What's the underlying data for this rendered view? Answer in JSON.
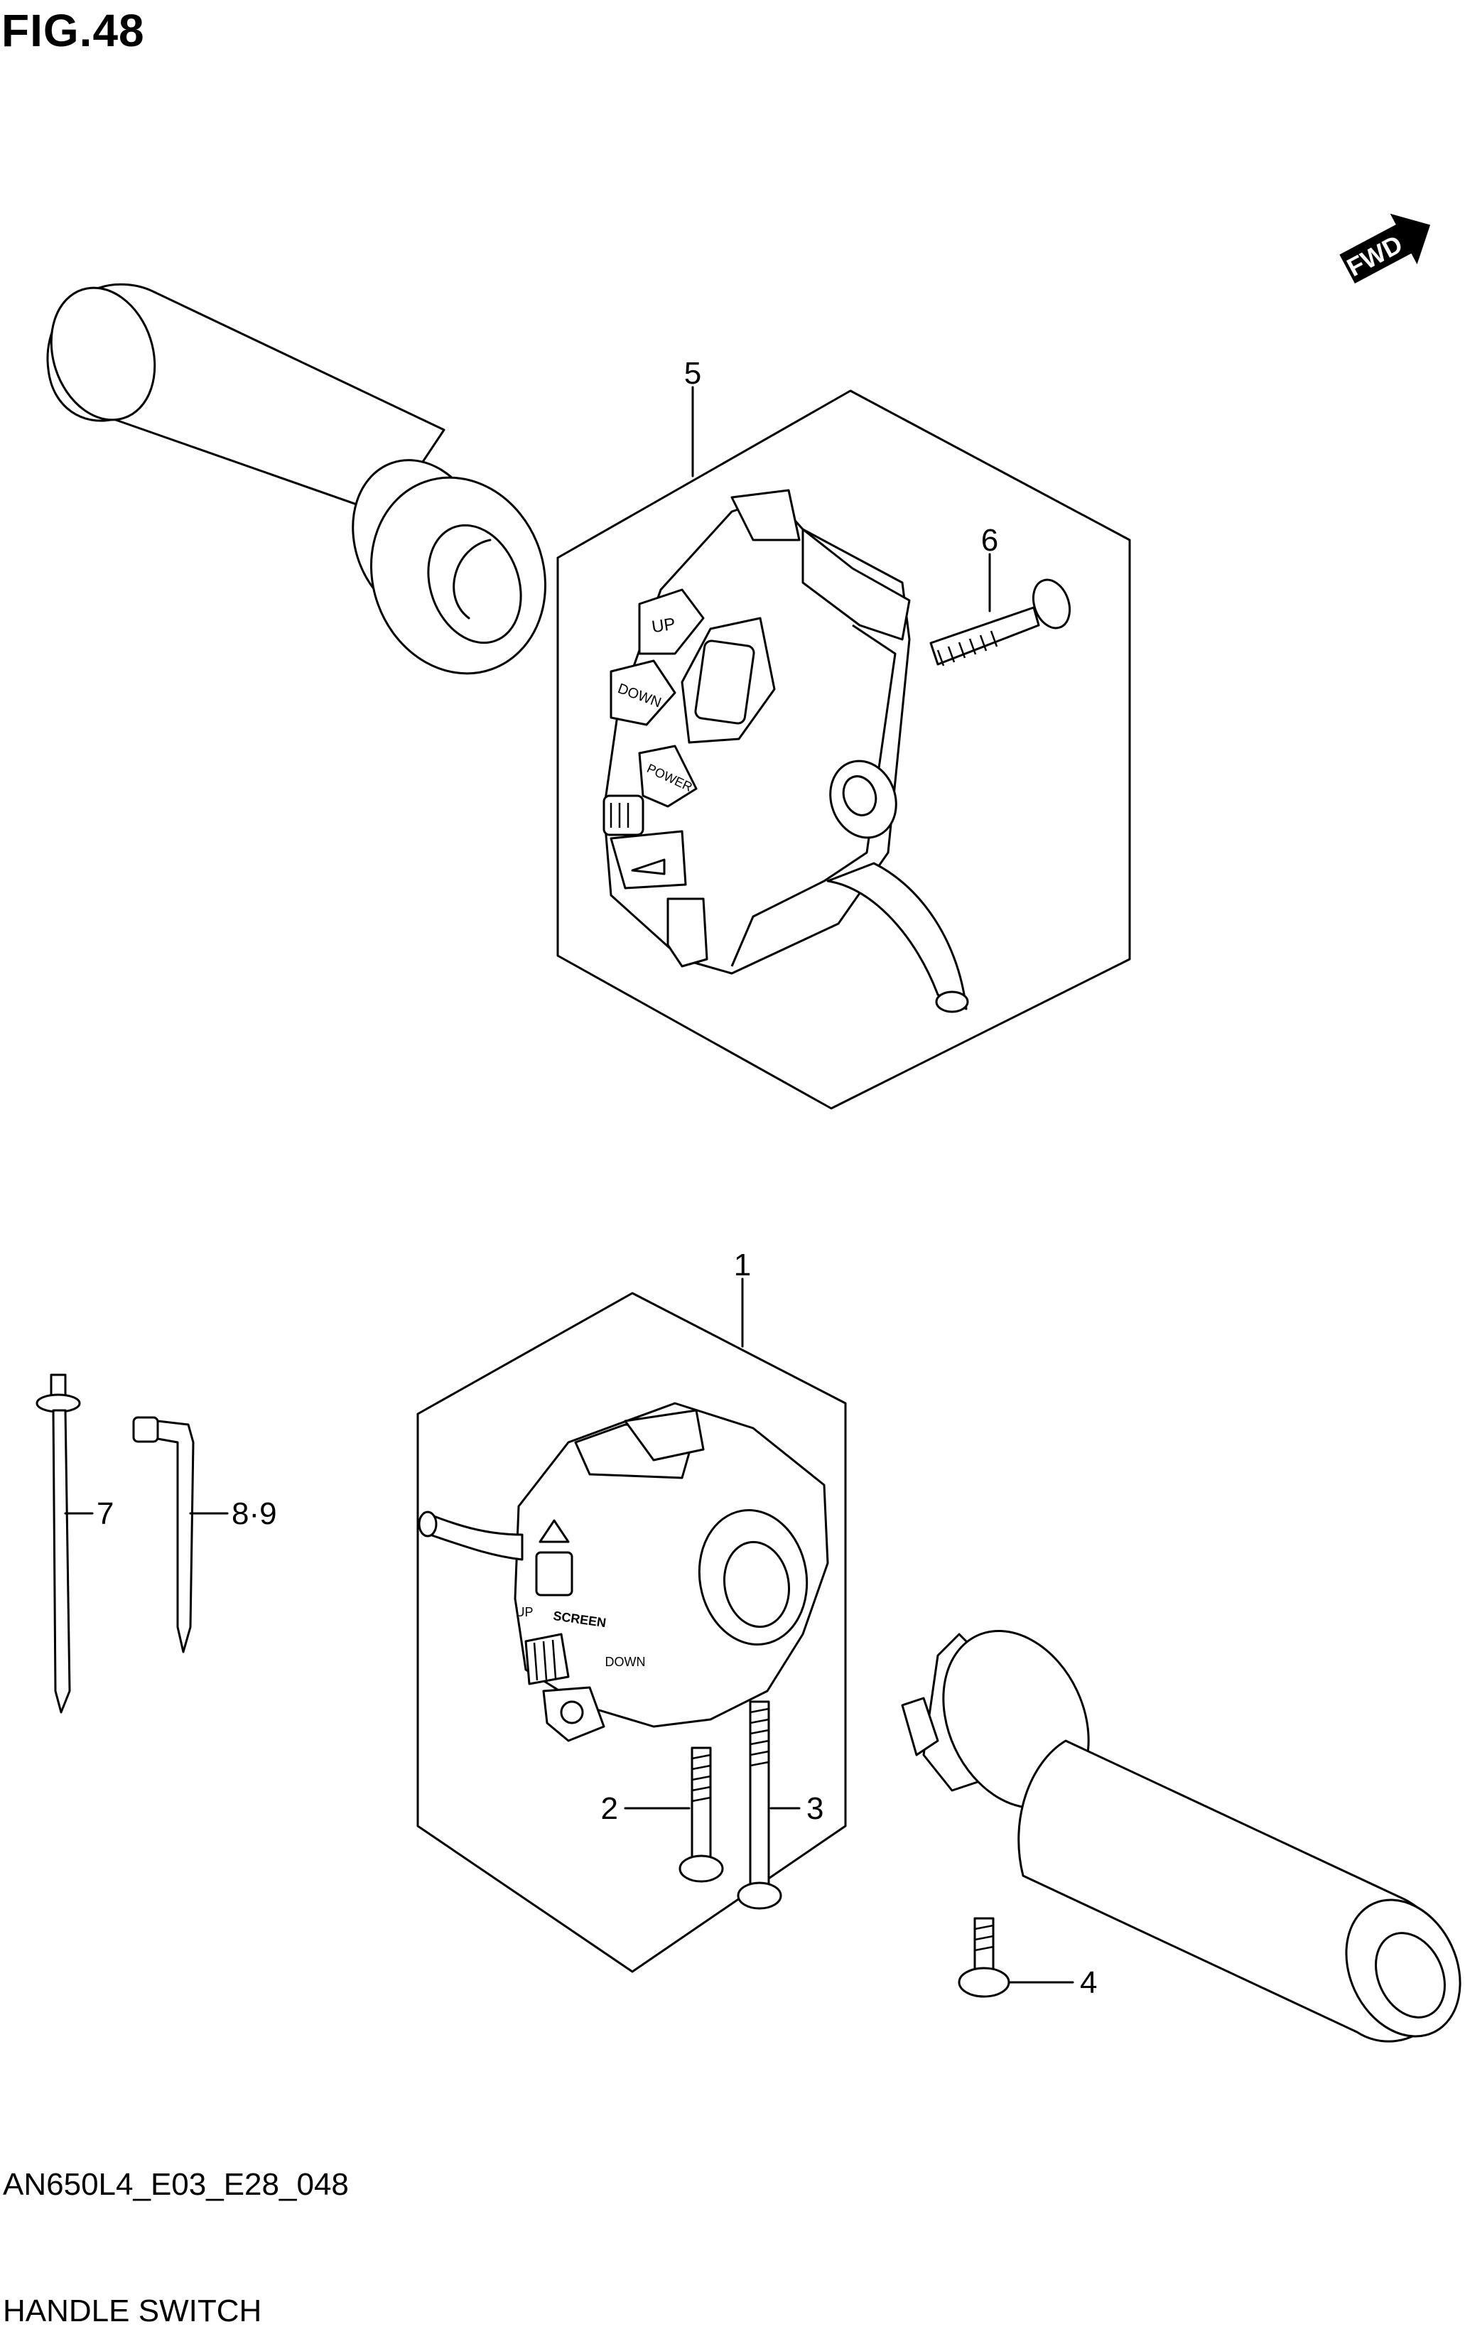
{
  "figure": {
    "title": "FIG.48",
    "code": "AN650L4_E03_E28_048",
    "name": "HANDLE SWITCH"
  },
  "direction_badge": {
    "label": "FWD",
    "icon": "forward-arrow-icon"
  },
  "callouts": [
    {
      "id": "5",
      "label": "5"
    },
    {
      "id": "6",
      "label": "6"
    },
    {
      "id": "1",
      "label": "1"
    },
    {
      "id": "7",
      "label": "7"
    },
    {
      "id": "8",
      "label": "8·9"
    },
    {
      "id": "2",
      "label": "2"
    },
    {
      "id": "3",
      "label": "3"
    },
    {
      "id": "4",
      "label": "4"
    }
  ],
  "switch_labels": {
    "up": "UP",
    "down": "DOWN",
    "power": "POWER",
    "screen": "SCREEN",
    "left_up": "UP",
    "left_down": "DOWN"
  }
}
